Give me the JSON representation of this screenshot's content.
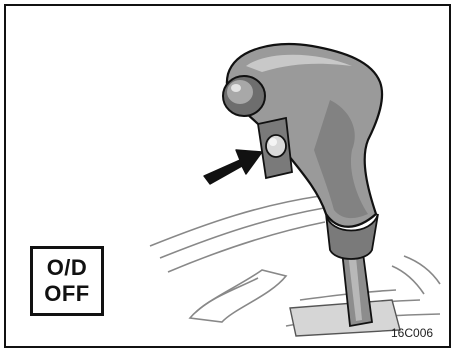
{
  "indicator": {
    "line1": "O/D",
    "line2": "OFF"
  },
  "figure_code": "16C006",
  "colors": {
    "knob_fill": "#9a9a9a",
    "knob_shadow": "#6e6e6e",
    "outline": "#111111",
    "console_lines": "#888888",
    "button_fill": "#d9d9d9",
    "arrow_fill": "#111111"
  },
  "icons": [
    "shift-knob-illustration",
    "overdrive-button-icon",
    "pointer-arrow-icon"
  ]
}
